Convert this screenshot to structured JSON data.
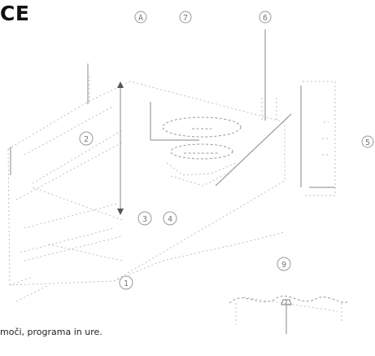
{
  "header": {
    "title": "CE"
  },
  "callouts": [
    "A",
    "7",
    "6",
    "5",
    "2",
    "3",
    "4",
    "1",
    "9"
  ],
  "caption": {
    "text": "moči, programa in ure."
  }
}
